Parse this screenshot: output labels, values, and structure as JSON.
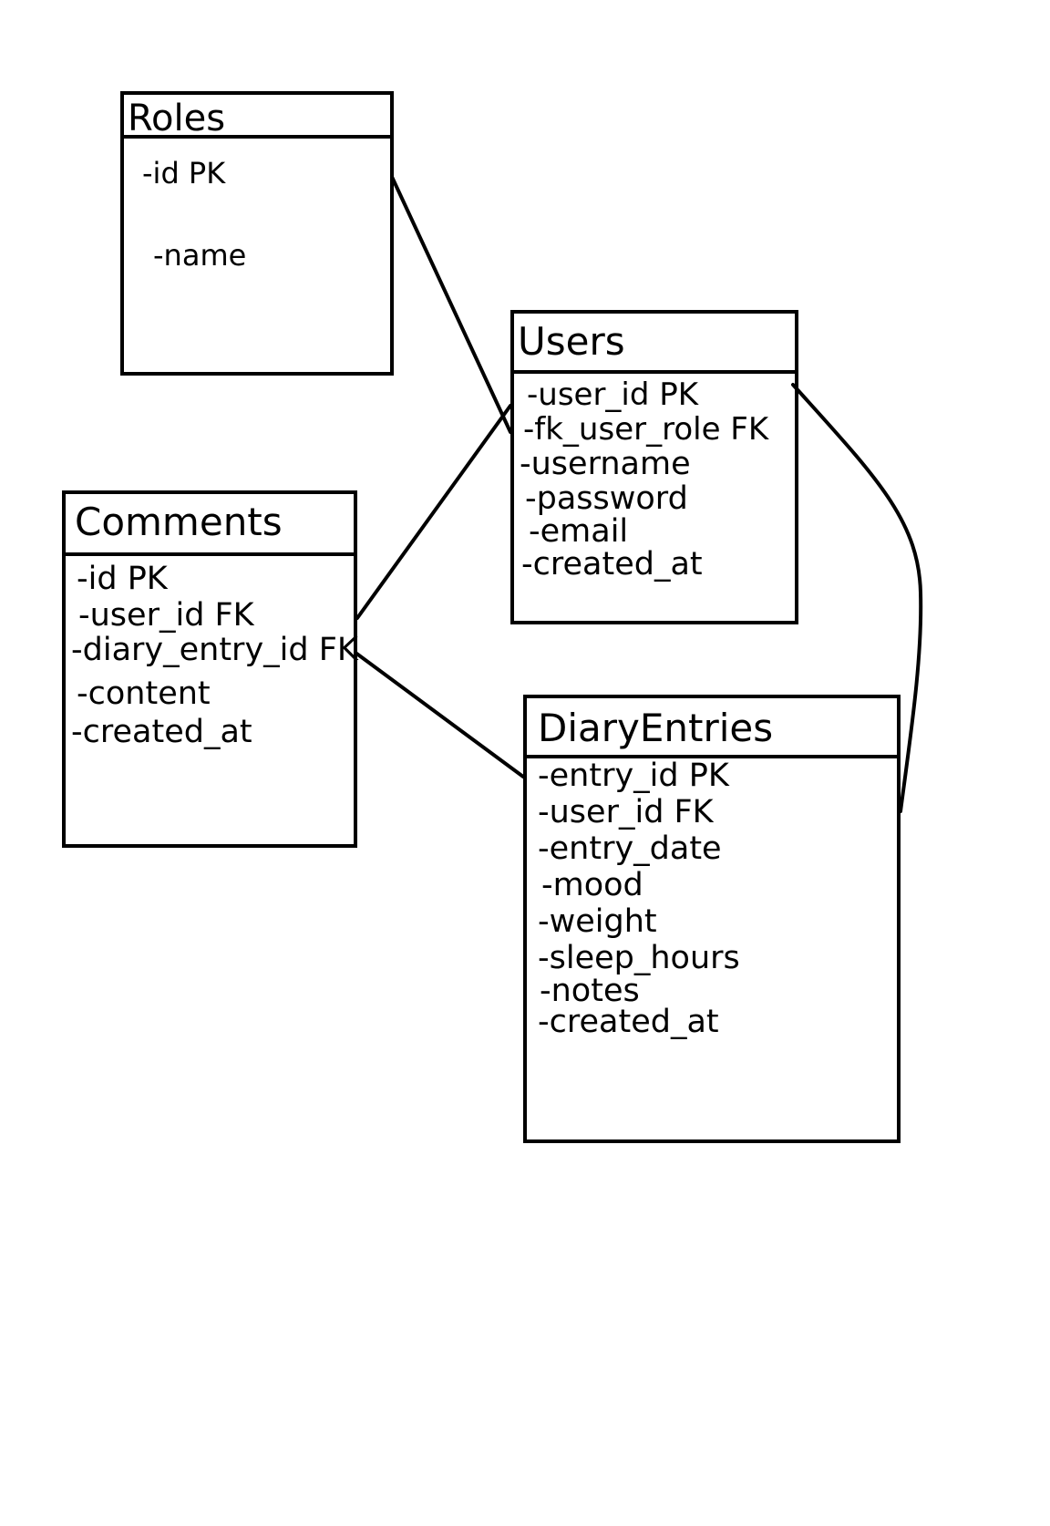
{
  "stroke_color": "#000000",
  "background_color": "#ffffff",
  "entities": {
    "roles": {
      "title": "Roles",
      "fields": [
        "-id PK",
        "-name"
      ]
    },
    "users": {
      "title": "Users",
      "fields": [
        "-user_id PK",
        "-fk_user_role FK",
        "-username",
        "-password",
        "-email",
        "-created_at"
      ]
    },
    "comments": {
      "title": "Comments",
      "fields": [
        "-id PK",
        "-user_id FK",
        "-diary_entry_id FK",
        "-content",
        "-created_at"
      ]
    },
    "diary_entries": {
      "title": "DiaryEntries",
      "fields": [
        "-entry_id PK",
        "-user_id FK",
        "-entry_date",
        "-mood",
        "-weight",
        "-sleep_hours",
        "-notes",
        "-created_at"
      ]
    }
  },
  "relationships": [
    {
      "from": "roles.-id PK",
      "to": "users.-fk_user_role FK"
    },
    {
      "from": "comments.-user_id FK",
      "to": "users.-user_id PK"
    },
    {
      "from": "comments.-diary_entry_id FK",
      "to": "diary_entries.-entry_id PK"
    },
    {
      "from": "users.-user_id PK",
      "to": "diary_entries.-user_id FK"
    }
  ]
}
